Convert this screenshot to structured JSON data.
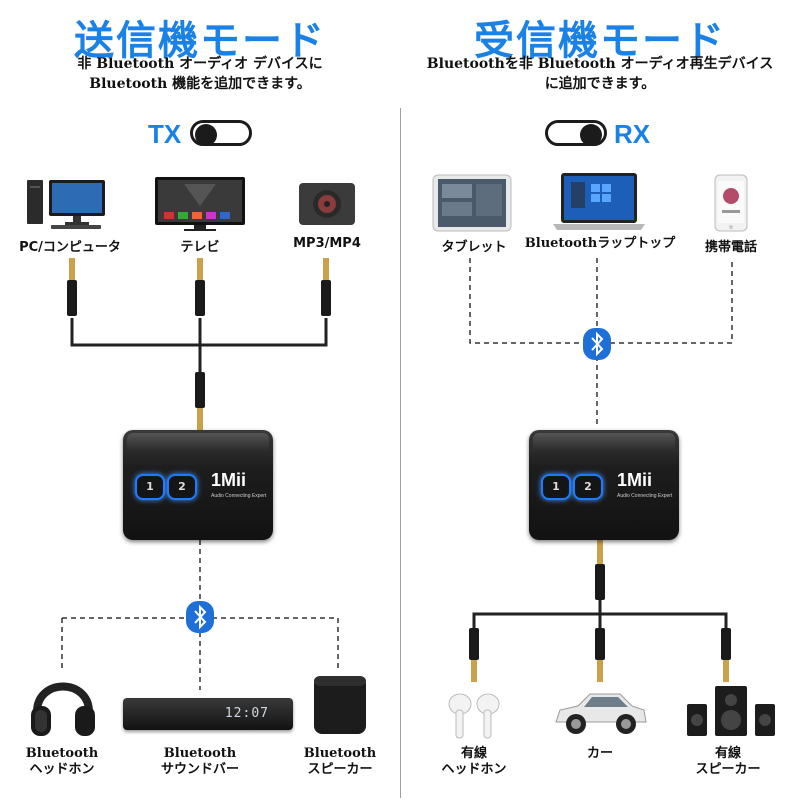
{
  "colors": {
    "title_blue": "#1a82e6",
    "bluetooth_blue": "#1f6fd8",
    "divider": "#9a9a9a",
    "cable": "#222222"
  },
  "left": {
    "title": "送信機モード",
    "desc_line1": "非 Bluetooth オーディオ デバイスに",
    "desc_line2": "Bluetooth 機能を追加できます。",
    "toggle_label": "TX",
    "sources": [
      {
        "label": "PC/コンピュータ",
        "icon": "desktop-pc-icon"
      },
      {
        "label": "テレビ",
        "icon": "television-icon"
      },
      {
        "label": "MP3/MP4",
        "icon": "mp3-player-icon"
      }
    ],
    "outputs": [
      {
        "line1": "Bluetooth",
        "line2": "ヘッドホン",
        "icon": "headphones-icon"
      },
      {
        "line1": "Bluetooth",
        "line2": "サウンドバー",
        "icon": "soundbar-icon",
        "display": "12:07"
      },
      {
        "line1": "Bluetooth",
        "line2": "スピーカー",
        "icon": "speaker-icon"
      }
    ]
  },
  "right": {
    "title": "受信機モード",
    "desc_line1": "Bluetoothを非 Bluetooth オーディオ再生デバイス",
    "desc_line2": "に追加できます。",
    "toggle_label": "RX",
    "sources": [
      {
        "label": "タブレット",
        "icon": "tablet-icon"
      },
      {
        "label": "Bluetoothラップトップ",
        "icon": "laptop-icon"
      },
      {
        "label": "携帯電話",
        "icon": "mobile-phone-icon"
      }
    ],
    "outputs": [
      {
        "line1": "有線",
        "line2": "ヘッドホン",
        "icon": "earphones-icon"
      },
      {
        "line1": "",
        "line2": "カー",
        "icon": "car-icon"
      },
      {
        "line1": "有線",
        "line2": "スピーカー",
        "icon": "speaker-system-icon"
      }
    ]
  },
  "device": {
    "brand": "1Mii",
    "tagline": "Audio Connecting Expert",
    "button1": "1",
    "button2": "2"
  }
}
